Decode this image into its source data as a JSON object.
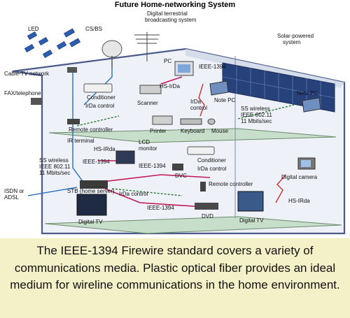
{
  "title": "Future Home-networking System",
  "caption": "The IEEE-1394 Firewire standard covers a variety of communications media. Plastic optical fiber provides an ideal medium for wireline communications in the home environment.",
  "labels": {
    "led": "LED",
    "csbs": "CS/BS",
    "digital_tv_broadcast": [
      "Digital terrestrial",
      "broadcasting system"
    ],
    "solar": [
      "Solar-powered",
      "system"
    ],
    "cable_tv": "Cable-TV network",
    "fax": "FAX/telephone",
    "pc_top": "PC",
    "ieee_top": "IEEE-1394",
    "conditioner_top": "Conditioner",
    "irda_ctrl_top": "IrDa control",
    "hsirda_top": "HS-IrDa",
    "irda_control_mid": [
      "IrDa",
      "control"
    ],
    "scanner": "Scanner",
    "note_pc": "Note PC",
    "ss_wireless_right": [
      "SS wireless",
      "IEEE-802.11",
      "11 Mbits/sec"
    ],
    "note_pc_right": "Note PC",
    "remote_controller_top": "Remote controller",
    "printer": "Printer",
    "keyboard": "Keyboard",
    "mouse": "Mouse",
    "ir_terminal": "IR terminal",
    "hsirda_left": "HS-IRda",
    "ieee_left": "IEEE-1394",
    "ss_wireless_left": [
      "SS wireless",
      "IEEE 802.11",
      "11 Mbits/sec"
    ],
    "lcd_monitor": [
      "LCD",
      "monitor"
    ],
    "ieee_mid": "IEEE-1394",
    "dvc": "DVC",
    "conditioner_low": "Conditioner",
    "irda_control_low": "IrDa control",
    "remote_controller_low": "Remote controller",
    "digital_camera": "Digital camera",
    "hsirda_right": "HS-IRda",
    "isdn": [
      "ISDN or",
      "ADSL"
    ],
    "stb": "STB (home server)",
    "irda_control_stb": "IrDa control",
    "ieee_bottom": "IEEE-1394",
    "dvd": "DVD",
    "digital_tv_left": "Digital TV",
    "digital_tv_right": "Digital TV"
  },
  "colors": {
    "caption_bg": "#f4f1c8",
    "house_outline": "#4a5a8a",
    "house_fill": "#eef2f8",
    "floor": "#c7dfca",
    "ieee1394_line": "#c2185b",
    "irda_line": "#2e7d32",
    "ir_line": "#d32f2f",
    "cable_line": "#1565c0"
  },
  "icons": [
    "satellite-icon",
    "dish-antenna-icon",
    "tv-antenna-icon",
    "solar-panel-icon",
    "pc-icon",
    "laptop-icon",
    "printer-icon",
    "scanner-icon",
    "keyboard-icon",
    "mouse-icon",
    "air-conditioner-icon",
    "remote-control-icon",
    "camera-icon",
    "lcd-monitor-icon",
    "dvc-icon",
    "stb-icon",
    "dvd-icon",
    "tv-icon",
    "phone-icon"
  ]
}
